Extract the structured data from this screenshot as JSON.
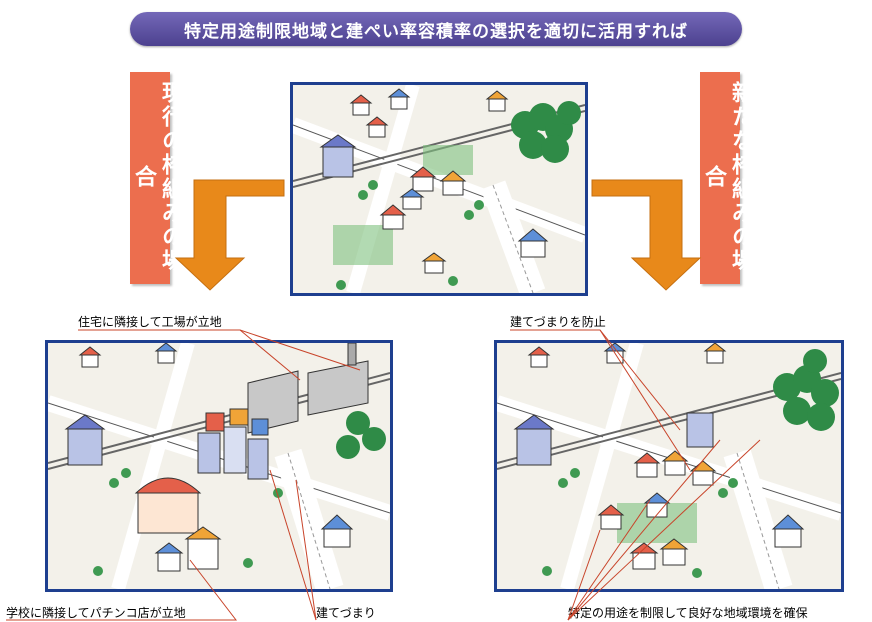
{
  "title": "特定用途制限地域と建ぺい率容積率の選択を適切に活用すれば",
  "left_label": "現行の枠組みの場合",
  "right_label": "新たな枠組みの場合",
  "captions": {
    "left_top": "住宅に隣接して工場が立地",
    "left_bottom_a": "学校に隣接してパチンコ店が立地",
    "left_bottom_b": "建てづまり",
    "right_top": "建てづまりを防止",
    "right_bottom": "特定の用途を制限して良好な地域環境を確保"
  },
  "colors": {
    "banner": "#5a4fa0",
    "label_bg": "#ec6e4e",
    "arrow": "#e8891a",
    "panel_border": "#1e3f8f",
    "greenery": "#3f9a52"
  }
}
